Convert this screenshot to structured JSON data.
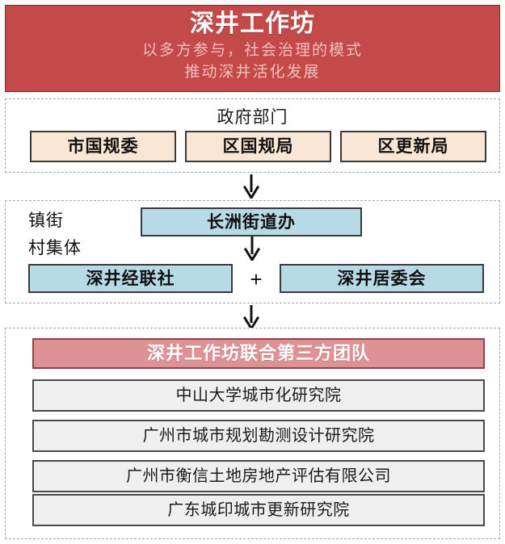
{
  "header": {
    "title": "深井工作坊",
    "subtitle_lines": [
      "以多方参与，社会治理的模式",
      "推动深井活化发展"
    ],
    "bg_color": "#c44a4a",
    "title_color": "#ffffff",
    "subtitle_color": "#f2bfbb"
  },
  "sections": [
    {
      "id": "government",
      "title": "政府部门",
      "box_fill": "#fae6d4",
      "boxes": [
        {
          "label": "市国规委"
        },
        {
          "label": "区国规局"
        },
        {
          "label": "区更新局"
        }
      ]
    },
    {
      "id": "town_village",
      "side_labels": [
        "镇街",
        "村集体"
      ],
      "box_fill": "#b6dbe7",
      "street_office": {
        "label": "长洲街道办"
      },
      "connector": "+",
      "boxes": [
        {
          "label": "深井经联社"
        },
        {
          "label": "深井居委会"
        }
      ]
    },
    {
      "id": "team",
      "lead": {
        "label": "深井工作坊联合第三方团队",
        "fill": "#df9295"
      },
      "box_fill": "#efefef",
      "members": [
        {
          "label": "中山大学城市化研究院"
        },
        {
          "label": "广州市城市规划勘测设计研究院"
        },
        {
          "label": "广州市衡信土地房地产评估有限公司"
        },
        {
          "label": "广东城印城市更新研究院"
        }
      ]
    }
  ],
  "arrows": [
    {
      "name": "gov-to-town",
      "direction": "down"
    },
    {
      "name": "street-to-collective",
      "direction": "down"
    },
    {
      "name": "town-to-team",
      "direction": "down"
    }
  ]
}
